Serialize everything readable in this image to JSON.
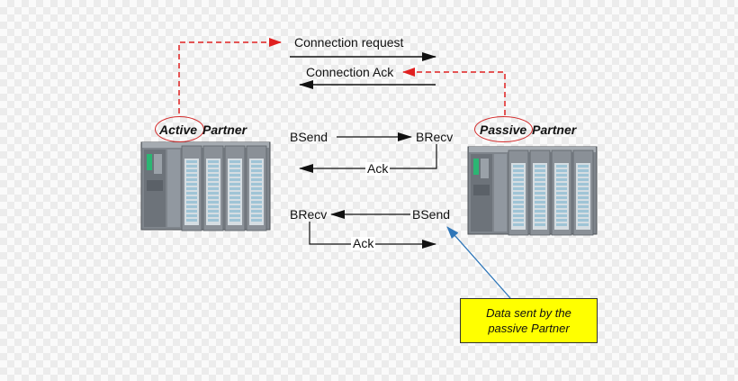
{
  "messages": {
    "connection_request": "Connection request",
    "connection_ack": "Connection Ack",
    "bsend_1": "BSend",
    "brecv_1": "BRecv",
    "ack_1": "Ack",
    "brecv_2": "BRecv",
    "bsend_2": "BSend",
    "ack_2": "Ack"
  },
  "active_partner": {
    "highlight": "Active",
    "rest": "Partner"
  },
  "passive_partner": {
    "highlight": "Passive",
    "rest": "Partner"
  },
  "note": {
    "line1": "Data sent by the",
    "line2": "passive Partner"
  },
  "colors": {
    "control_dash": "#e02020",
    "highlight_ring": "#d42a2a",
    "note_fill": "#ffff00",
    "pointer_arrow": "#2f76b8",
    "arrow_black": "#111111",
    "plc_body": "#7f858c"
  },
  "icons": {
    "plc": "plc-rack-icon"
  }
}
